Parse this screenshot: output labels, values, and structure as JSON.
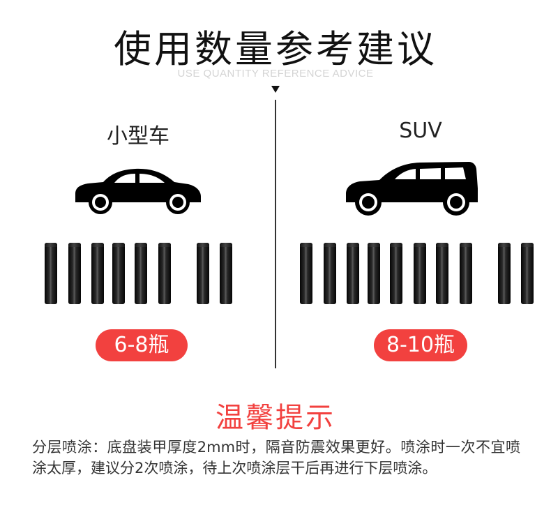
{
  "header": {
    "title": "使用数量参考建议",
    "subtitle": "USE QUANTITY REFERENCE ADVICE"
  },
  "columns": [
    {
      "label": "小型车",
      "bottle_count": 8,
      "quantity": "6-8瓶"
    },
    {
      "label": "SUV",
      "bottle_count": 10,
      "quantity": "8-10瓶"
    }
  ],
  "tip": {
    "title": "温馨提示",
    "text": "分层喷涂：底盘装甲厚度2mm时，隔音防震效果更好。喷涂时一次不宜喷涂太厚，建议分2次喷涂，待上次喷涂层干后再进行下层喷涂。"
  },
  "colors": {
    "accent": "#f2413f",
    "bottle": "#111111",
    "car": "#000000"
  },
  "icons": {
    "small_car": "sedan-car-icon",
    "suv": "suv-car-icon",
    "bottle": "spray-bottle-icon"
  }
}
